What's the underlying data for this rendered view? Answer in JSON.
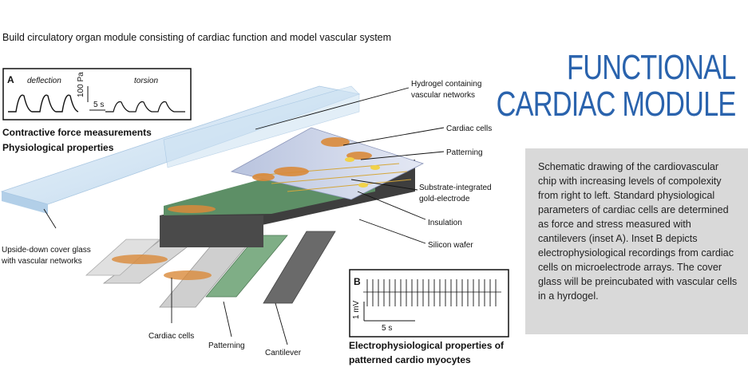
{
  "subtitle": "Build circulatory organ module consisting of cardiac function and model vascular system",
  "title_line1": "FUNCTIONAL",
  "title_line2": "CARDIAC MODULE",
  "description": "Schematic drawing of the cardiovascular chip with increasing levels of compolexity from right to left. Standard physiological parameters of cardiac cells are determined as force and stress measured with cantilevers (inset A). Inset B depicts electrophysiological recordings from cardiac cells on microelectrode arrays. The cover glass will be preincubated with vascular cells in a hyrdogel.",
  "insetA": {
    "letter": "A",
    "left_label": "deflection",
    "right_label": "torsion",
    "y_scale": "100 Pa",
    "x_scale": "5 s",
    "caption_line1": "Contractive force measurements",
    "caption_line2": "Physiological properties"
  },
  "insetB": {
    "letter": "B",
    "y_scale": "1 mV",
    "x_scale": "5 s",
    "caption_line1": "Electrophysiological properties of",
    "caption_line2": "patterned cardio myocytes"
  },
  "labels": {
    "hydrogel_line1": "Hydrogel  containing",
    "hydrogel_line2": "vascular networks",
    "cardiac_cells_top": "Cardiac cells",
    "patterning_top": "Patterning",
    "electrode_line1": "Substrate-integrated",
    "electrode_line2": "gold-electrode",
    "insulation": "Insulation",
    "silicon": "Silicon wafer",
    "cover_line1": "Upside-down cover glass",
    "cover_line2": "with vascular networks",
    "cardiac_cells_bottom": "Cardiac cells",
    "patterning_bottom": "Patterning",
    "cantilever": "Cantilever"
  },
  "colors": {
    "title": "#2a63ad",
    "glass": "#bcd8ef",
    "chip_top": "#c9d0e8",
    "green": "#5d8f66",
    "cells": "#d98a3a",
    "patterning": "#f1d24a",
    "silicon": "#5a5a5a"
  }
}
